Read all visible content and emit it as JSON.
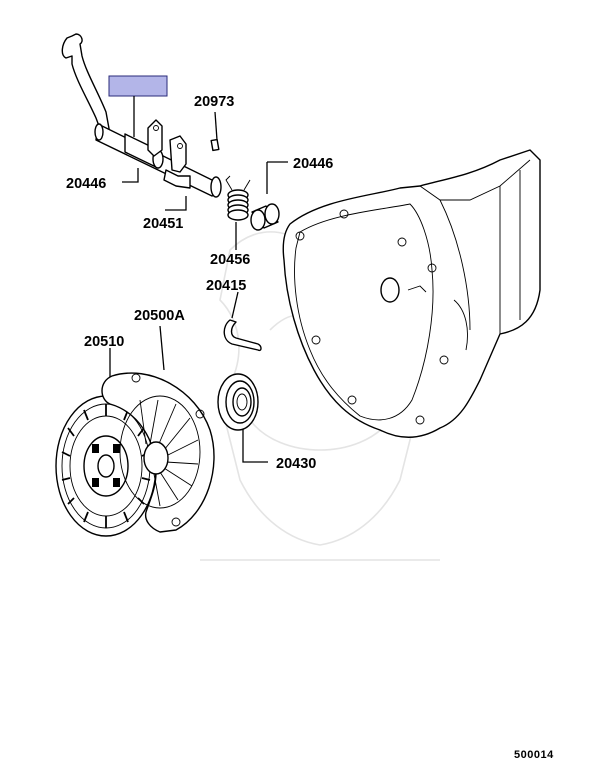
{
  "callouts": {
    "highlight_color": "#b3b5e8",
    "highlight_border": "#2a2a7a",
    "part_20973": "20973",
    "part_20446_left": "20446",
    "part_20446_right": "20446",
    "part_20451": "20451",
    "part_20456": "20456",
    "part_20415": "20415",
    "part_20500a": "20500A",
    "part_20510": "20510",
    "part_20430": "20430"
  },
  "footer": {
    "diagram_code": "500014"
  }
}
